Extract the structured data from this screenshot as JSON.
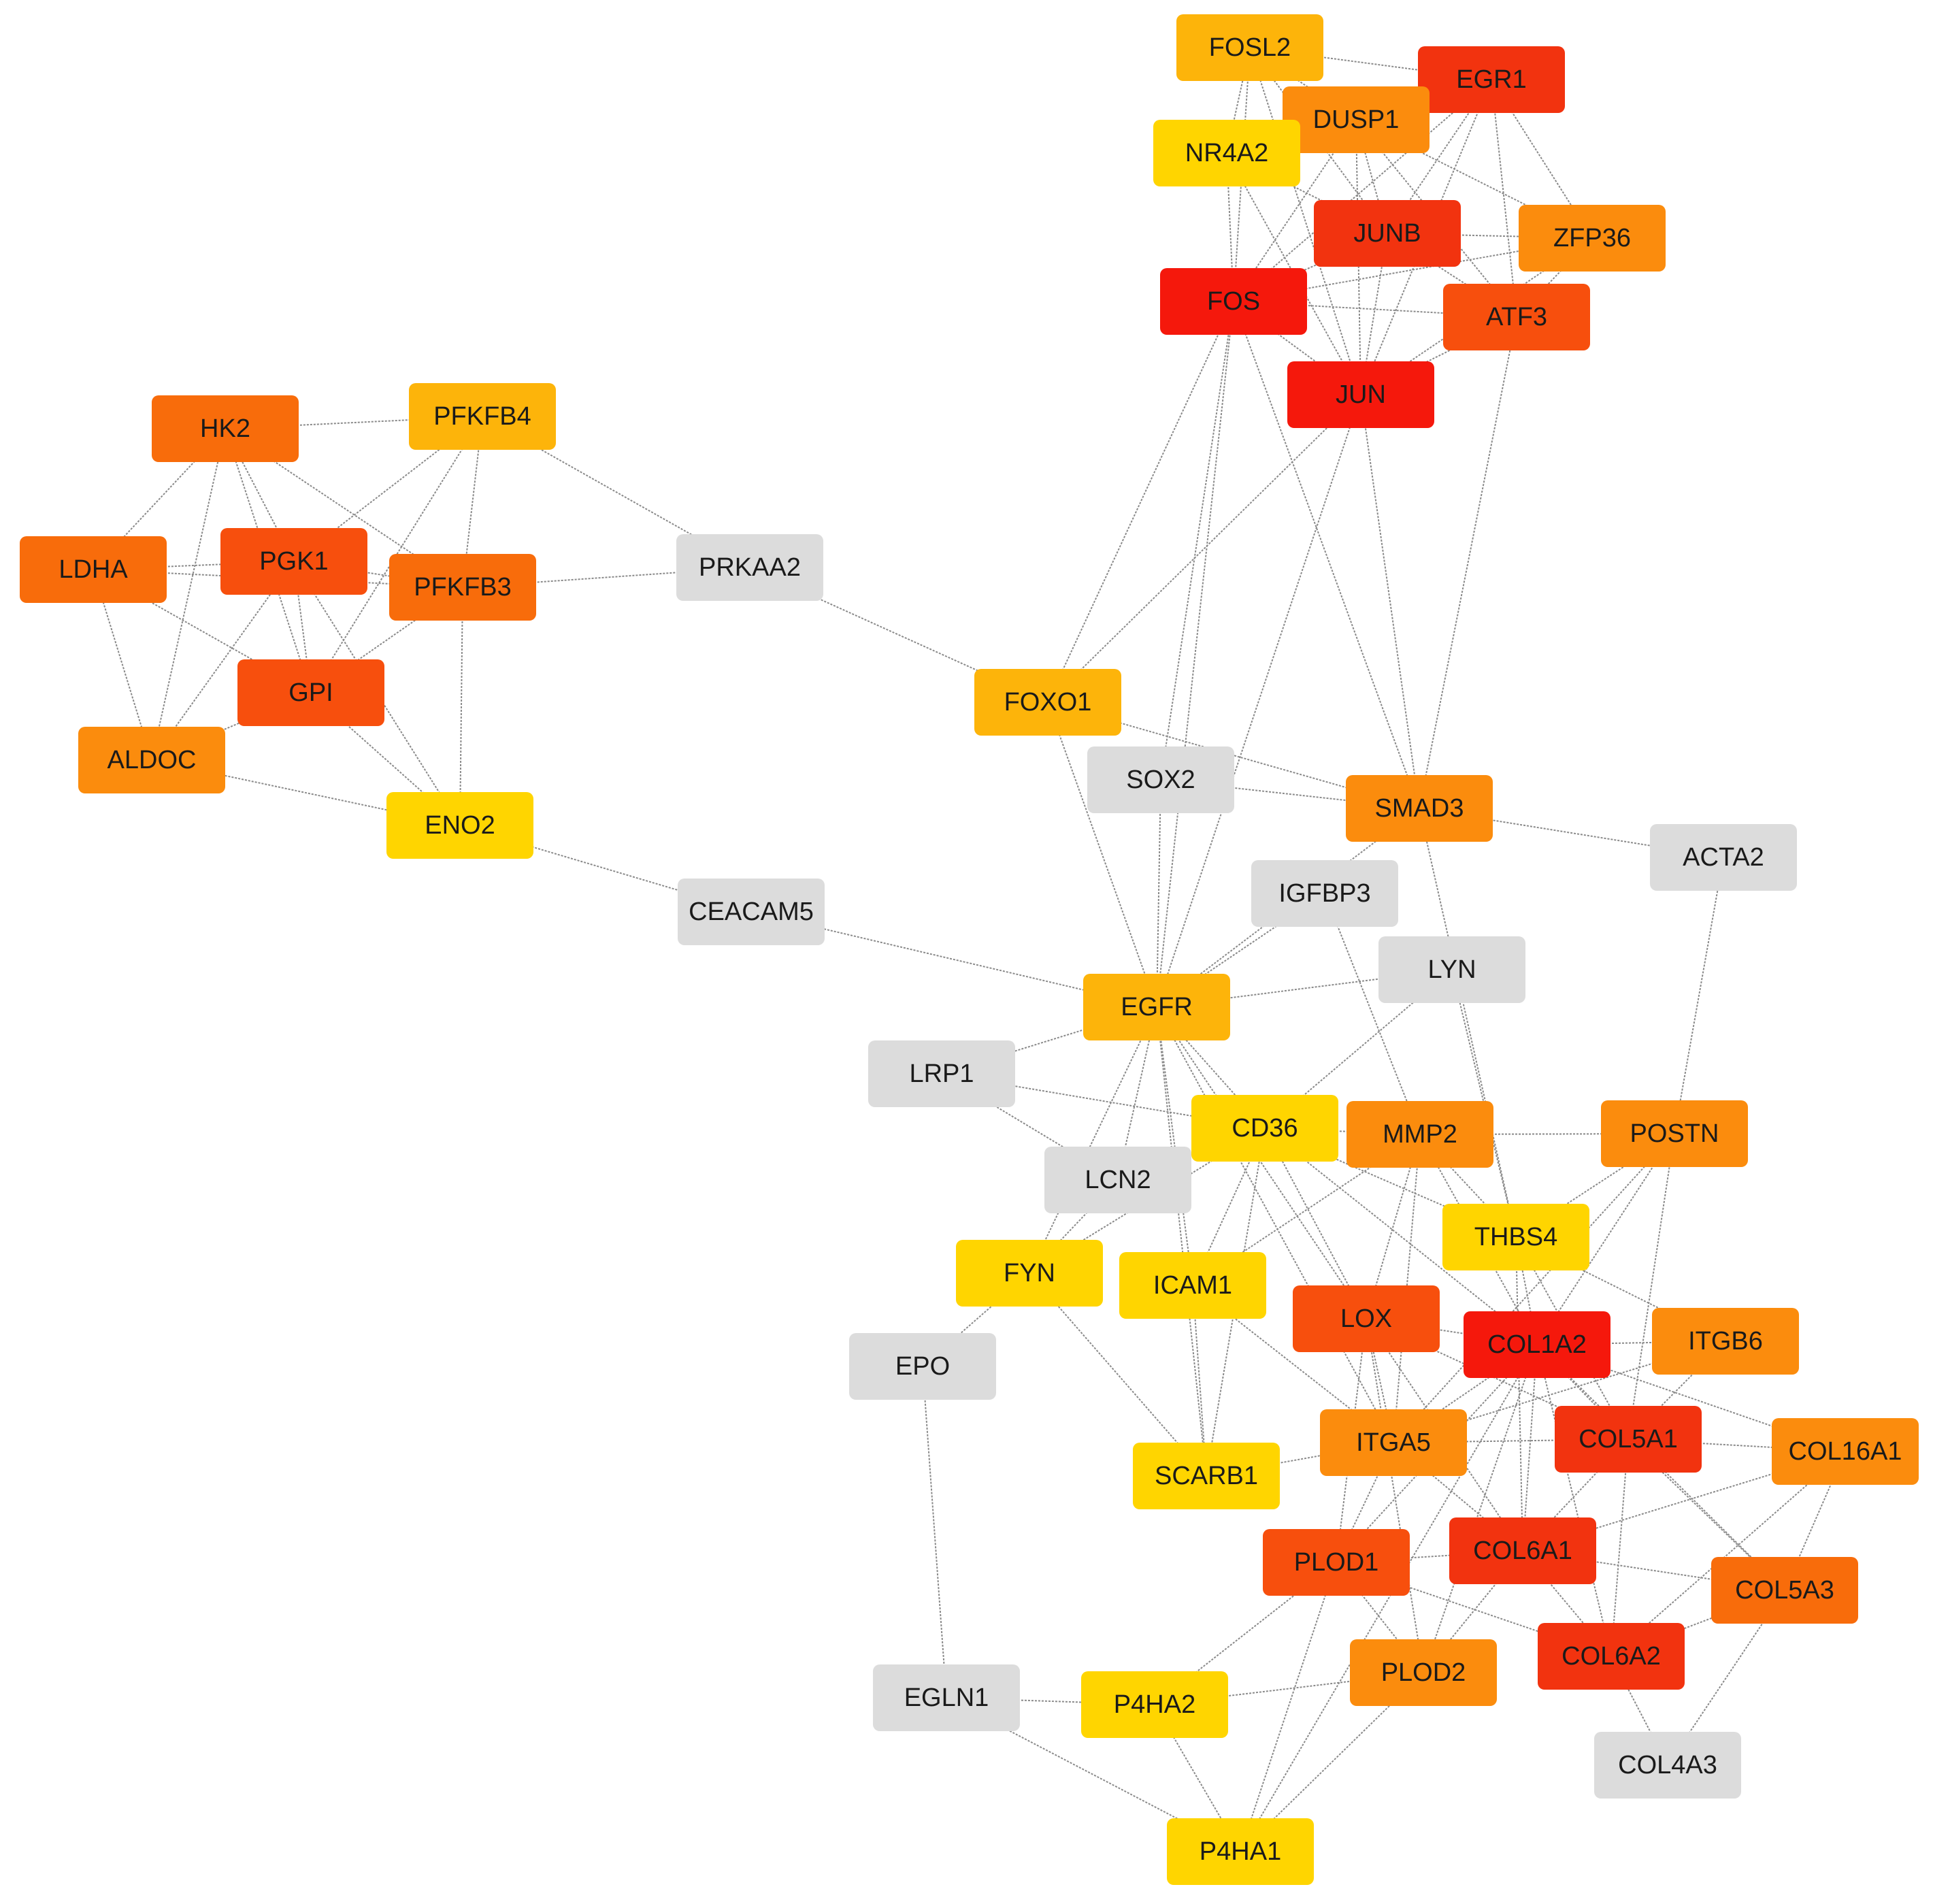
{
  "palette": {
    "red": "#f5180c",
    "red_orange": "#f2330f",
    "orange_red": "#f74f0d",
    "dark_orange": "#f86c0b",
    "orange": "#fb8c0d",
    "amber": "#fdb40a",
    "yellow": "#ffd500",
    "gray": "#dcdcdc",
    "edge": "#8a8a8a"
  },
  "nodes": [
    {
      "id": "FOSL2",
      "label": "FOSL2",
      "color": "amber"
    },
    {
      "id": "EGR1",
      "label": "EGR1",
      "color": "red_orange"
    },
    {
      "id": "DUSP1",
      "label": "DUSP1",
      "color": "orange"
    },
    {
      "id": "NR4A2",
      "label": "NR4A2",
      "color": "yellow"
    },
    {
      "id": "JUNB",
      "label": "JUNB",
      "color": "red_orange"
    },
    {
      "id": "ZFP36",
      "label": "ZFP36",
      "color": "orange"
    },
    {
      "id": "FOS",
      "label": "FOS",
      "color": "red"
    },
    {
      "id": "ATF3",
      "label": "ATF3",
      "color": "orange_red"
    },
    {
      "id": "JUN",
      "label": "JUN",
      "color": "red"
    },
    {
      "id": "HK2",
      "label": "HK2",
      "color": "dark_orange"
    },
    {
      "id": "PFKFB4",
      "label": "PFKFB4",
      "color": "amber"
    },
    {
      "id": "LDHA",
      "label": "LDHA",
      "color": "dark_orange"
    },
    {
      "id": "PGK1",
      "label": "PGK1",
      "color": "orange_red"
    },
    {
      "id": "PFKFB3",
      "label": "PFKFB3",
      "color": "dark_orange"
    },
    {
      "id": "PRKAA2",
      "label": "PRKAA2",
      "color": "gray"
    },
    {
      "id": "GPI",
      "label": "GPI",
      "color": "orange_red"
    },
    {
      "id": "ALDOC",
      "label": "ALDOC",
      "color": "orange"
    },
    {
      "id": "ENO2",
      "label": "ENO2",
      "color": "yellow"
    },
    {
      "id": "FOXO1",
      "label": "FOXO1",
      "color": "amber"
    },
    {
      "id": "SOX2",
      "label": "SOX2",
      "color": "gray"
    },
    {
      "id": "SMAD3",
      "label": "SMAD3",
      "color": "orange"
    },
    {
      "id": "ACTA2",
      "label": "ACTA2",
      "color": "gray"
    },
    {
      "id": "CEACAM5",
      "label": "CEACAM5",
      "color": "gray"
    },
    {
      "id": "IGFBP3",
      "label": "IGFBP3",
      "color": "gray"
    },
    {
      "id": "LYN",
      "label": "LYN",
      "color": "gray"
    },
    {
      "id": "EGFR",
      "label": "EGFR",
      "color": "amber"
    },
    {
      "id": "LRP1",
      "label": "LRP1",
      "color": "gray"
    },
    {
      "id": "CD36",
      "label": "CD36",
      "color": "yellow"
    },
    {
      "id": "MMP2",
      "label": "MMP2",
      "color": "orange"
    },
    {
      "id": "POSTN",
      "label": "POSTN",
      "color": "orange"
    },
    {
      "id": "LCN2",
      "label": "LCN2",
      "color": "gray"
    },
    {
      "id": "THBS4",
      "label": "THBS4",
      "color": "yellow"
    },
    {
      "id": "FYN",
      "label": "FYN",
      "color": "yellow"
    },
    {
      "id": "ICAM1",
      "label": "ICAM1",
      "color": "yellow"
    },
    {
      "id": "LOX",
      "label": "LOX",
      "color": "orange_red"
    },
    {
      "id": "COL1A2",
      "label": "COL1A2",
      "color": "red"
    },
    {
      "id": "ITGB6",
      "label": "ITGB6",
      "color": "orange"
    },
    {
      "id": "EPO",
      "label": "EPO",
      "color": "gray"
    },
    {
      "id": "COL5A1",
      "label": "COL5A1",
      "color": "red_orange"
    },
    {
      "id": "ITGA5",
      "label": "ITGA5",
      "color": "orange"
    },
    {
      "id": "COL16A1",
      "label": "COL16A1",
      "color": "orange"
    },
    {
      "id": "SCARB1",
      "label": "SCARB1",
      "color": "yellow"
    },
    {
      "id": "PLOD1",
      "label": "PLOD1",
      "color": "orange_red"
    },
    {
      "id": "COL6A1",
      "label": "COL6A1",
      "color": "red_orange"
    },
    {
      "id": "COL5A3",
      "label": "COL5A3",
      "color": "dark_orange"
    },
    {
      "id": "COL6A2",
      "label": "COL6A2",
      "color": "red_orange"
    },
    {
      "id": "EGLN1",
      "label": "EGLN1",
      "color": "gray"
    },
    {
      "id": "P4HA2",
      "label": "P4HA2",
      "color": "yellow"
    },
    {
      "id": "PLOD2",
      "label": "PLOD2",
      "color": "orange"
    },
    {
      "id": "COL4A3",
      "label": "COL4A3",
      "color": "gray"
    },
    {
      "id": "P4HA1",
      "label": "P4HA1",
      "color": "yellow"
    }
  ],
  "edges": [
    [
      "HK2",
      "PFKFB4"
    ],
    [
      "HK2",
      "LDHA"
    ],
    [
      "HK2",
      "PGK1"
    ],
    [
      "HK2",
      "PFKFB3"
    ],
    [
      "HK2",
      "GPI"
    ],
    [
      "HK2",
      "ALDOC"
    ],
    [
      "PFKFB4",
      "PGK1"
    ],
    [
      "PFKFB4",
      "PFKFB3"
    ],
    [
      "PFKFB4",
      "GPI"
    ],
    [
      "PFKFB4",
      "PRKAA2"
    ],
    [
      "LDHA",
      "PGK1"
    ],
    [
      "LDHA",
      "PFKFB3"
    ],
    [
      "LDHA",
      "GPI"
    ],
    [
      "LDHA",
      "ALDOC"
    ],
    [
      "PGK1",
      "PFKFB3"
    ],
    [
      "PGK1",
      "GPI"
    ],
    [
      "PGK1",
      "ALDOC"
    ],
    [
      "PGK1",
      "ENO2"
    ],
    [
      "PFKFB3",
      "GPI"
    ],
    [
      "PFKFB3",
      "PRKAA2"
    ],
    [
      "PFKFB3",
      "ENO2"
    ],
    [
      "GPI",
      "ALDOC"
    ],
    [
      "GPI",
      "ENO2"
    ],
    [
      "ALDOC",
      "ENO2"
    ],
    [
      "PRKAA2",
      "FOXO1"
    ],
    [
      "ENO2",
      "CEACAM5"
    ],
    [
      "CEACAM5",
      "EGFR"
    ],
    [
      "FOSL2",
      "EGR1"
    ],
    [
      "FOSL2",
      "DUSP1"
    ],
    [
      "FOSL2",
      "NR4A2"
    ],
    [
      "FOSL2",
      "JUNB"
    ],
    [
      "FOSL2",
      "FOS"
    ],
    [
      "FOSL2",
      "JUN"
    ],
    [
      "EGR1",
      "DUSP1"
    ],
    [
      "EGR1",
      "NR4A2"
    ],
    [
      "EGR1",
      "JUNB"
    ],
    [
      "EGR1",
      "ZFP36"
    ],
    [
      "EGR1",
      "FOS"
    ],
    [
      "EGR1",
      "ATF3"
    ],
    [
      "EGR1",
      "JUN"
    ],
    [
      "DUSP1",
      "NR4A2"
    ],
    [
      "DUSP1",
      "JUNB"
    ],
    [
      "DUSP1",
      "ZFP36"
    ],
    [
      "DUSP1",
      "FOS"
    ],
    [
      "DUSP1",
      "ATF3"
    ],
    [
      "DUSP1",
      "JUN"
    ],
    [
      "NR4A2",
      "JUNB"
    ],
    [
      "NR4A2",
      "FOS"
    ],
    [
      "NR4A2",
      "JUN"
    ],
    [
      "JUNB",
      "ZFP36"
    ],
    [
      "JUNB",
      "FOS"
    ],
    [
      "JUNB",
      "ATF3"
    ],
    [
      "JUNB",
      "JUN"
    ],
    [
      "ZFP36",
      "FOS"
    ],
    [
      "ZFP36",
      "ATF3"
    ],
    [
      "ZFP36",
      "JUN"
    ],
    [
      "FOS",
      "ATF3"
    ],
    [
      "FOS",
      "JUN"
    ],
    [
      "ATF3",
      "JUN"
    ],
    [
      "FOS",
      "FOXO1"
    ],
    [
      "FOS",
      "SOX2"
    ],
    [
      "FOS",
      "SMAD3"
    ],
    [
      "FOS",
      "EGFR"
    ],
    [
      "JUN",
      "FOXO1"
    ],
    [
      "JUN",
      "SMAD3"
    ],
    [
      "JUN",
      "EGFR"
    ],
    [
      "ATF3",
      "SMAD3"
    ],
    [
      "FOXO1",
      "SMAD3"
    ],
    [
      "FOXO1",
      "EGFR"
    ],
    [
      "SOX2",
      "SMAD3"
    ],
    [
      "SOX2",
      "EGFR"
    ],
    [
      "SMAD3",
      "ACTA2"
    ],
    [
      "SMAD3",
      "EGFR"
    ],
    [
      "SMAD3",
      "THBS4"
    ],
    [
      "ACTA2",
      "POSTN"
    ],
    [
      "IGFBP3",
      "EGFR"
    ],
    [
      "IGFBP3",
      "MMP2"
    ],
    [
      "LYN",
      "EGFR"
    ],
    [
      "LYN",
      "THBS4"
    ],
    [
      "LYN",
      "CD36"
    ],
    [
      "EGFR",
      "LRP1"
    ],
    [
      "EGFR",
      "CD36"
    ],
    [
      "EGFR",
      "LCN2"
    ],
    [
      "EGFR",
      "FYN"
    ],
    [
      "EGFR",
      "ICAM1"
    ],
    [
      "EGFR",
      "ITGA5"
    ],
    [
      "EGFR",
      "LOX"
    ],
    [
      "EGFR",
      "SCARB1"
    ],
    [
      "LRP1",
      "CD36"
    ],
    [
      "LRP1",
      "LCN2"
    ],
    [
      "CD36",
      "MMP2"
    ],
    [
      "CD36",
      "THBS4"
    ],
    [
      "CD36",
      "FYN"
    ],
    [
      "CD36",
      "ICAM1"
    ],
    [
      "CD36",
      "LOX"
    ],
    [
      "CD36",
      "COL1A2"
    ],
    [
      "CD36",
      "SCARB1"
    ],
    [
      "MMP2",
      "POSTN"
    ],
    [
      "MMP2",
      "THBS4"
    ],
    [
      "MMP2",
      "ICAM1"
    ],
    [
      "MMP2",
      "COL1A2"
    ],
    [
      "MMP2",
      "ITGA5"
    ],
    [
      "MMP2",
      "LOX"
    ],
    [
      "POSTN",
      "THBS4"
    ],
    [
      "POSTN",
      "COL1A2"
    ],
    [
      "POSTN",
      "COL5A1"
    ],
    [
      "POSTN",
      "ITGA5"
    ],
    [
      "LCN2",
      "FYN"
    ],
    [
      "FYN",
      "EPO"
    ],
    [
      "FYN",
      "SCARB1"
    ],
    [
      "ICAM1",
      "SCARB1"
    ],
    [
      "ICAM1",
      "ITGA5"
    ],
    [
      "THBS4",
      "COL1A2"
    ],
    [
      "THBS4",
      "COL5A1"
    ],
    [
      "THBS4",
      "COL6A1"
    ],
    [
      "THBS4",
      "ITGB6"
    ],
    [
      "LOX",
      "COL1A2"
    ],
    [
      "LOX",
      "ITGA5"
    ],
    [
      "LOX",
      "COL5A1"
    ],
    [
      "LOX",
      "COL6A1"
    ],
    [
      "LOX",
      "PLOD1"
    ],
    [
      "LOX",
      "PLOD2"
    ],
    [
      "COL1A2",
      "ITGB6"
    ],
    [
      "COL1A2",
      "COL5A1"
    ],
    [
      "COL1A2",
      "ITGA5"
    ],
    [
      "COL1A2",
      "COL16A1"
    ],
    [
      "COL1A2",
      "COL6A1"
    ],
    [
      "COL1A2",
      "COL5A3"
    ],
    [
      "COL1A2",
      "COL6A2"
    ],
    [
      "COL1A2",
      "PLOD1"
    ],
    [
      "COL1A2",
      "PLOD2"
    ],
    [
      "COL1A2",
      "P4HA1"
    ],
    [
      "ITGB6",
      "ITGA5"
    ],
    [
      "ITGB6",
      "COL5A1"
    ],
    [
      "COL5A1",
      "COL16A1"
    ],
    [
      "COL5A1",
      "COL6A1"
    ],
    [
      "COL5A1",
      "COL5A3"
    ],
    [
      "COL5A1",
      "COL6A2"
    ],
    [
      "COL5A1",
      "ITGA5"
    ],
    [
      "ITGA5",
      "SCARB1"
    ],
    [
      "ITGA5",
      "COL6A1"
    ],
    [
      "ITGA5",
      "PLOD1"
    ],
    [
      "COL16A1",
      "COL5A3"
    ],
    [
      "COL16A1",
      "COL6A2"
    ],
    [
      "COL16A1",
      "COL6A1"
    ],
    [
      "PLOD1",
      "COL6A1"
    ],
    [
      "PLOD1",
      "COL6A2"
    ],
    [
      "PLOD1",
      "PLOD2"
    ],
    [
      "PLOD1",
      "P4HA2"
    ],
    [
      "PLOD1",
      "P4HA1"
    ],
    [
      "COL6A1",
      "COL6A2"
    ],
    [
      "COL6A1",
      "COL5A3"
    ],
    [
      "COL6A1",
      "PLOD2"
    ],
    [
      "COL6A2",
      "COL5A3"
    ],
    [
      "COL6A2",
      "COL4A3"
    ],
    [
      "COL5A3",
      "COL4A3"
    ],
    [
      "EPO",
      "EGLN1"
    ],
    [
      "EGLN1",
      "P4HA2"
    ],
    [
      "EGLN1",
      "P4HA1"
    ],
    [
      "P4HA2",
      "PLOD2"
    ],
    [
      "P4HA2",
      "P4HA1"
    ],
    [
      "PLOD2",
      "P4HA1"
    ]
  ]
}
